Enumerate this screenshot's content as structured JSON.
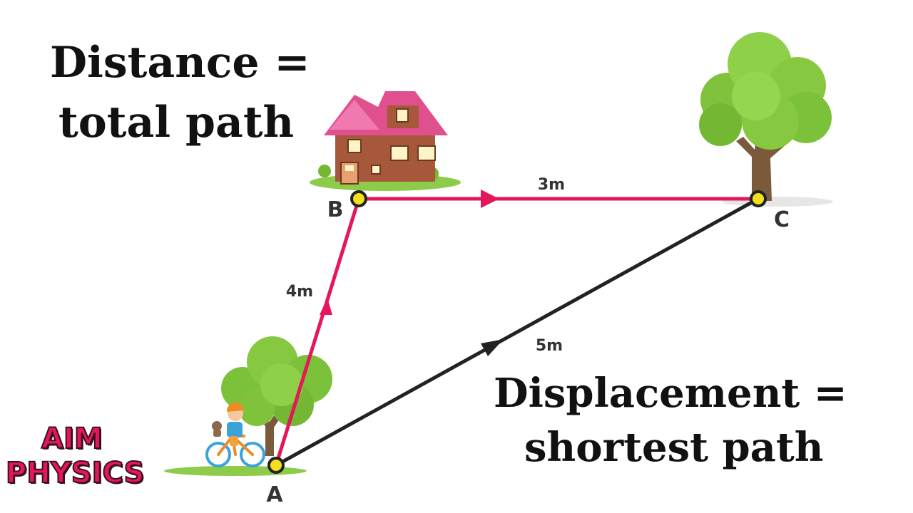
{
  "titles": {
    "distance_line_1": "Distance =",
    "distance_line_2": "total path",
    "displacement_line_1": "Displacement =",
    "displacement_line_2": "shortest path"
  },
  "brand": {
    "line_1": "AIM",
    "line_2": "PHYSICS",
    "color": "#e3175a"
  },
  "points": {
    "a_label": "A",
    "b_label": "B",
    "c_label": "C"
  },
  "segments": {
    "ab_label": "4m",
    "bc_label": "3m",
    "ac_label": "5m"
  },
  "colors": {
    "distance_path": "#e3175a",
    "displacement_path": "#222222",
    "point_fill": "#f2e020",
    "grass": "#8ccc4a",
    "foliage": "#86c840",
    "trunk": "#7a5a3a",
    "roof": "#e0508e",
    "wall": "#a8583a"
  },
  "icons": [
    "house-icon",
    "tree-icon",
    "bicycle-rider-icon"
  ]
}
